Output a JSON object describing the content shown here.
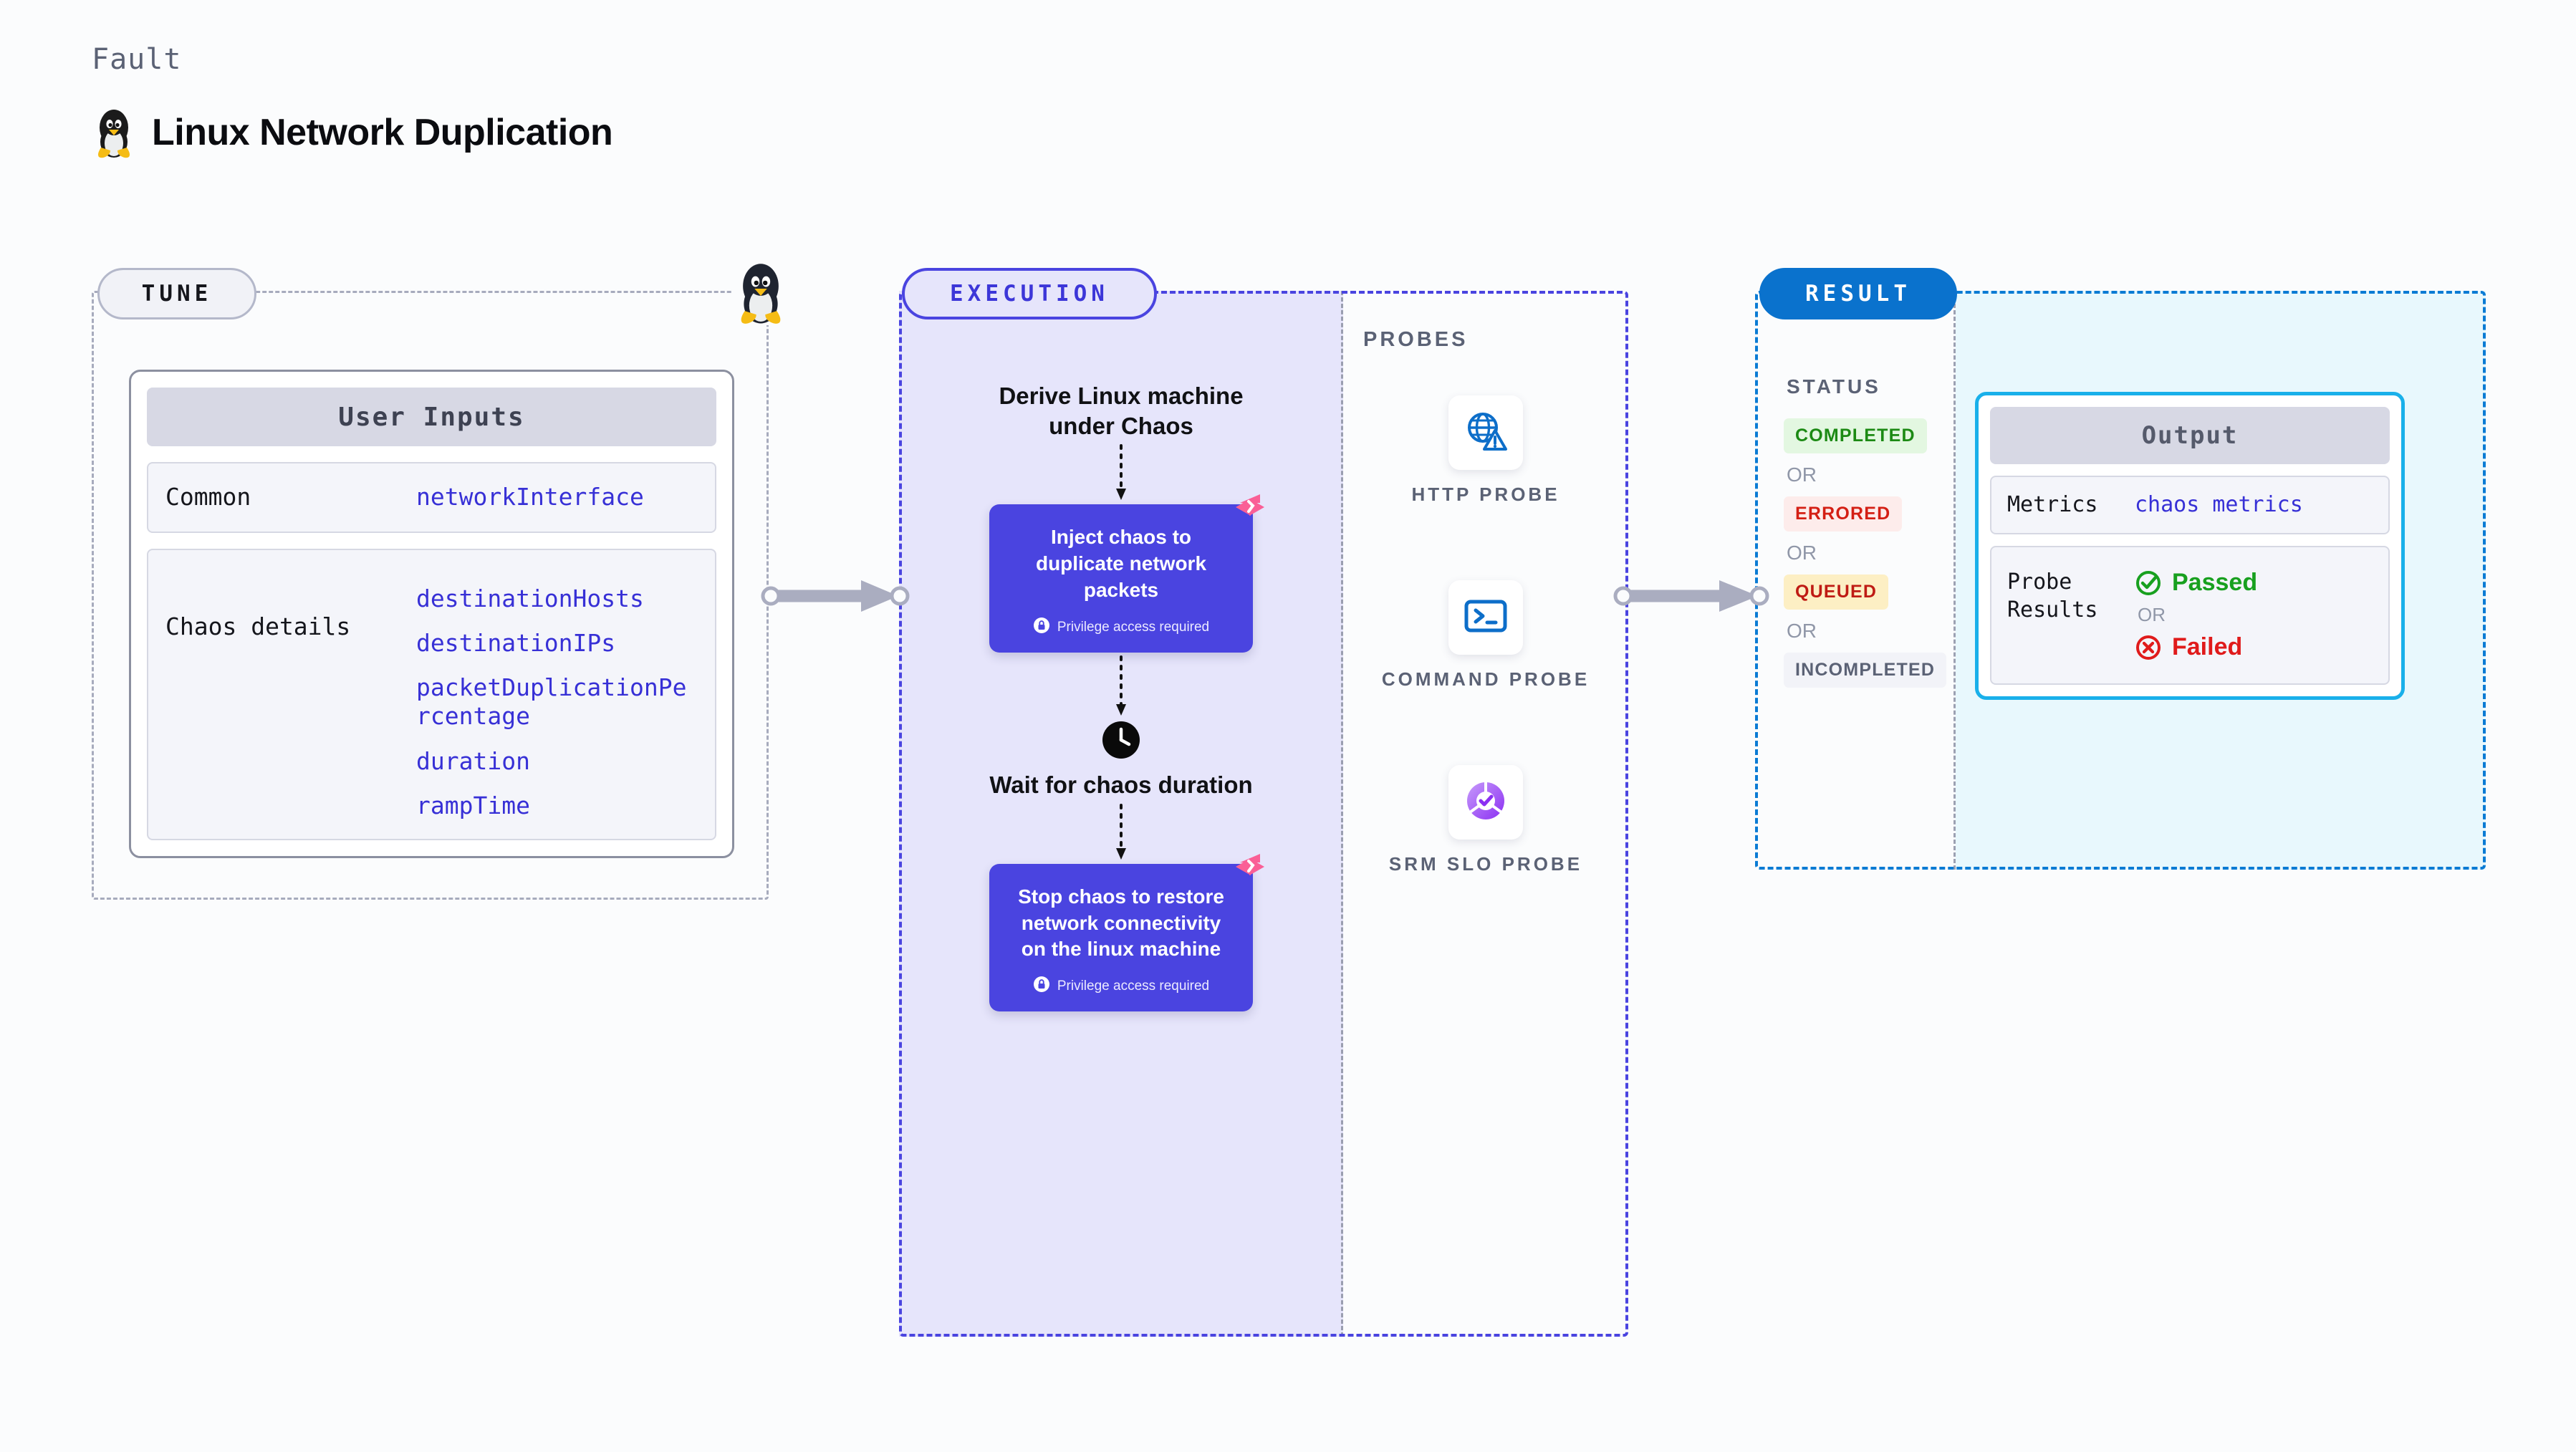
{
  "header": {
    "eyebrow": "Fault",
    "title": "Linux Network Duplication",
    "icon": "linux-penguin-icon"
  },
  "colors": {
    "indigo": "#4a44e0",
    "value_blue": "#3730d6",
    "result_blue": "#0a72cd",
    "cyan": "#19b0ea",
    "pink": "#fa5f96",
    "probe_blue": "#0d6ec9",
    "slo_purple": "#8b3ef0",
    "passed_green": "#18a01f",
    "failed_red": "#e01b1b"
  },
  "tune": {
    "pill_label": "TUNE",
    "icon": "linux-penguin-icon",
    "card_title": "User Inputs",
    "rows": [
      {
        "key": "Common",
        "values": [
          "networkInterface"
        ]
      },
      {
        "key": "Chaos details",
        "values": [
          "destinationHosts",
          "destinationIPs",
          "packetDuplicationPercentage",
          "duration",
          "rampTime"
        ]
      }
    ]
  },
  "execution": {
    "pill_label": "EXECUTION",
    "steps": [
      {
        "type": "title",
        "text": "Derive Linux machine under Chaos"
      },
      {
        "type": "chaos-card",
        "text": "Inject chaos to duplicate network packets",
        "note": "Privilege access required",
        "badge": "chaos-badge-icon",
        "note_icon": "lock-icon"
      },
      {
        "type": "clock",
        "icon": "clock-icon",
        "text": "Wait for chaos duration"
      },
      {
        "type": "chaos-card",
        "text": "Stop chaos to restore network connectivity on the linux machine",
        "note": "Privilege access required",
        "badge": "chaos-badge-icon",
        "note_icon": "lock-icon"
      }
    ]
  },
  "probes": {
    "section_label": "PROBES",
    "items": [
      {
        "label": "HTTP PROBE",
        "icon": "globe-warning-icon"
      },
      {
        "label": "COMMAND PROBE",
        "icon": "terminal-icon"
      },
      {
        "label": "SRM SLO PROBE",
        "icon": "slo-donut-check-icon"
      }
    ]
  },
  "result": {
    "pill_label": "RESULT",
    "status_label": "STATUS",
    "or_label": "OR",
    "statuses": [
      {
        "label": "COMPLETED",
        "bg": "#e3f7e1",
        "fg": "#1c8a14"
      },
      {
        "label": "ERRORED",
        "bg": "#fdeceb",
        "fg": "#d41f14"
      },
      {
        "label": "QUEUED",
        "bg": "#fdefc4",
        "fg": "#bf1b14"
      },
      {
        "label": "INCOMPLETED",
        "bg": "#f2f3f8",
        "fg": "#5b6275"
      }
    ],
    "output": {
      "card_title": "Output",
      "metrics_key": "Metrics",
      "metrics_value": "chaos metrics",
      "probe_results_key": "Probe Results",
      "passed_label": "Passed",
      "failed_label": "Failed",
      "or_label": "OR",
      "passed_icon": "check-circle-icon",
      "failed_icon": "x-circle-icon"
    }
  }
}
